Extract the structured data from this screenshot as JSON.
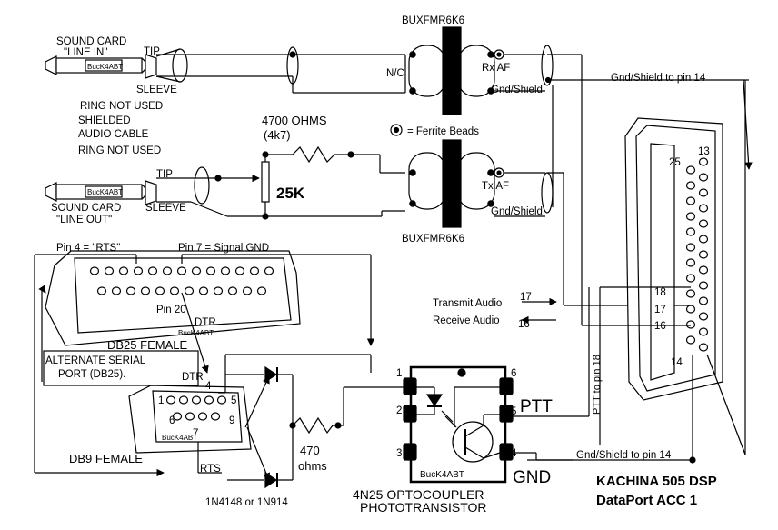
{
  "labels": {
    "xfmr_top": "BUXFMR6K6",
    "xfmr_bottom": "BUXFMR6K6",
    "sound_in_1": "SOUND CARD",
    "sound_in_2": "\"LINE IN\"",
    "tip_top": "TIP",
    "sleeve_top": "SLEEVE",
    "ring_not_used_1": "RING NOT USED",
    "shielded_1": "SHIELDED",
    "shielded_2": "AUDIO CABLE",
    "ring_not_used_2": "RING NOT USED",
    "tip_bottom": "TIP",
    "sleeve_bottom": "SLEEVE",
    "sound_out_1": "SOUND CARD",
    "sound_out_2": "\"LINE OUT\"",
    "buck_1": "BucK4ABT",
    "buck_2": "BucK4ABT",
    "buck_3": "BucK4ABT",
    "buck_4": "BucK4ABT",
    "buck_5": "BucK4ABT",
    "nc": "N/C",
    "rx_af": "Rx AF",
    "gnd_shield_1": "Gnd/Shield",
    "tx_af": "Tx AF",
    "gnd_shield_2": "Gnd/Shield",
    "gnd_shield_pin14_top": "Gnd/Shield to pin 14",
    "ohms_4700": "4700 OHMS",
    "ohms_4k7": "(4k7)",
    "pot_25k": "25K",
    "ferrite": "= Ferrite Beads",
    "pin13": "13",
    "pin25": "25",
    "pin18": "18",
    "pin17": "17",
    "pin16": "16",
    "pin14": "14",
    "transmit_audio": "Transmit Audio",
    "transmit_audio_num": "17",
    "receive_audio": "Receive Audio",
    "receive_audio_num": "16",
    "pin4_rts": "Pin 4 = \"RTS\"",
    "pin7_gnd": "Pin 7 = Signal GND",
    "pin20": "Pin 20",
    "dtr_db25": "DTR",
    "db25_female": "DB25 FEMALE",
    "alt_serial_1": "ALTERNATE SERIAL",
    "alt_serial_2": "PORT (DB25).",
    "dtr_db9": "DTR",
    "db9_1": "1",
    "db9_4": "4",
    "db9_5": "5",
    "db9_6": "6",
    "db9_9": "9",
    "db9_7": "7",
    "rts": "RTS",
    "db9_female": "DB9 FEMALE",
    "diodes": "1N4148 or 1N914",
    "r470_1": "470",
    "r470_2": "ohms",
    "opto_1": "1",
    "opto_2": "2",
    "opto_3": "3",
    "opto_4": "4",
    "opto_5": "5",
    "opto_6": "6",
    "ptt": "PTT",
    "gnd": "GND",
    "opto_title_1": "4N25  OPTOCOUPLER",
    "opto_title_2": "PHOTOTRANSISTOR",
    "ptt_to_pin18": "PTT to pin 18",
    "gnd_shield_pin14_bottom": "Gnd/Shield to pin 14",
    "kachina_1": "KACHINA 505 DSP",
    "kachina_2": "DataPort  ACC 1"
  }
}
